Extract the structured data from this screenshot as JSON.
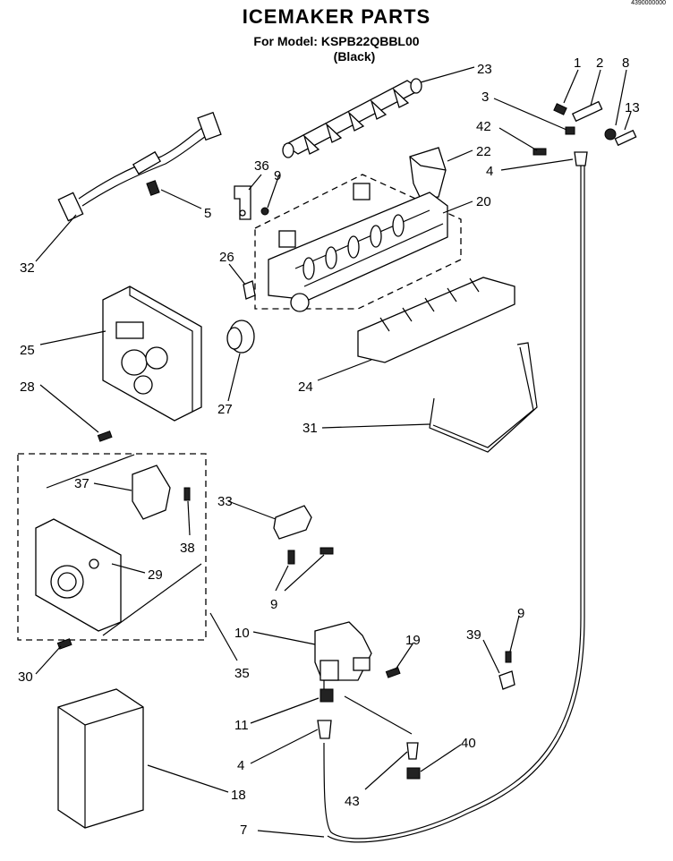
{
  "header": {
    "title": "ICEMAKER PARTS",
    "model_line": "For Model: KSPB22QBBL00",
    "color_line": "(Black)",
    "corner_code": "4390000000"
  },
  "callouts": [
    {
      "id": "c1",
      "text": "1"
    },
    {
      "id": "c2",
      "text": "2"
    },
    {
      "id": "c8",
      "text": "8"
    },
    {
      "id": "c3",
      "text": "3"
    },
    {
      "id": "c13",
      "text": "13"
    },
    {
      "id": "c42",
      "text": "42"
    },
    {
      "id": "c22",
      "text": "22"
    },
    {
      "id": "c4a",
      "text": "4"
    },
    {
      "id": "c23",
      "text": "23"
    },
    {
      "id": "c36",
      "text": "36"
    },
    {
      "id": "c9a",
      "text": "9"
    },
    {
      "id": "c20",
      "text": "20"
    },
    {
      "id": "c5",
      "text": "5"
    },
    {
      "id": "c32",
      "text": "32"
    },
    {
      "id": "c26",
      "text": "26"
    },
    {
      "id": "c25",
      "text": "25"
    },
    {
      "id": "c28",
      "text": "28"
    },
    {
      "id": "c27",
      "text": "27"
    },
    {
      "id": "c24",
      "text": "24"
    },
    {
      "id": "c31",
      "text": "31"
    },
    {
      "id": "c37",
      "text": "37"
    },
    {
      "id": "c38",
      "text": "38"
    },
    {
      "id": "c33",
      "text": "33"
    },
    {
      "id": "c29",
      "text": "29"
    },
    {
      "id": "c9b",
      "text": "9"
    },
    {
      "id": "c30",
      "text": "30"
    },
    {
      "id": "c35",
      "text": "35"
    },
    {
      "id": "c10",
      "text": "10"
    },
    {
      "id": "c19",
      "text": "19"
    },
    {
      "id": "c39",
      "text": "39"
    },
    {
      "id": "c9c",
      "text": "9"
    },
    {
      "id": "c11",
      "text": "11"
    },
    {
      "id": "c4b",
      "text": "4"
    },
    {
      "id": "c40",
      "text": "40"
    },
    {
      "id": "c18",
      "text": "18"
    },
    {
      "id": "c43",
      "text": "43"
    },
    {
      "id": "c7",
      "text": "7"
    }
  ]
}
